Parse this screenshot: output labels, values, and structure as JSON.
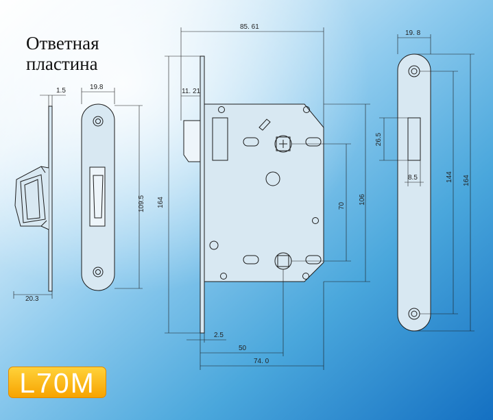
{
  "title": {
    "line1": "Ответная",
    "line2": "пластина"
  },
  "model": "L70M",
  "colors": {
    "background_light": "#ffffff",
    "background_mid": "#7fc4ea",
    "background_deep": "#1473c4",
    "badge": "#f7b400",
    "line": "#1a1a1a"
  },
  "dimensions": {
    "strike_1_5": "1.5",
    "strike_19_8": "19.8",
    "strike_109_5": "109.5",
    "strike_20_3": "20.3",
    "lock_85_61": "85. 61",
    "lock_11_21": "11. 21",
    "lock_164": "164",
    "lock_106": "106",
    "lock_70": "70",
    "lock_2_5": "2.5",
    "lock_50": "50",
    "lock_74_0": "74. 0",
    "face_19_8": "19. 8",
    "face_26_5": "26.5",
    "face_8_5": "8.5",
    "face_144": "144",
    "face_164": "164"
  }
}
